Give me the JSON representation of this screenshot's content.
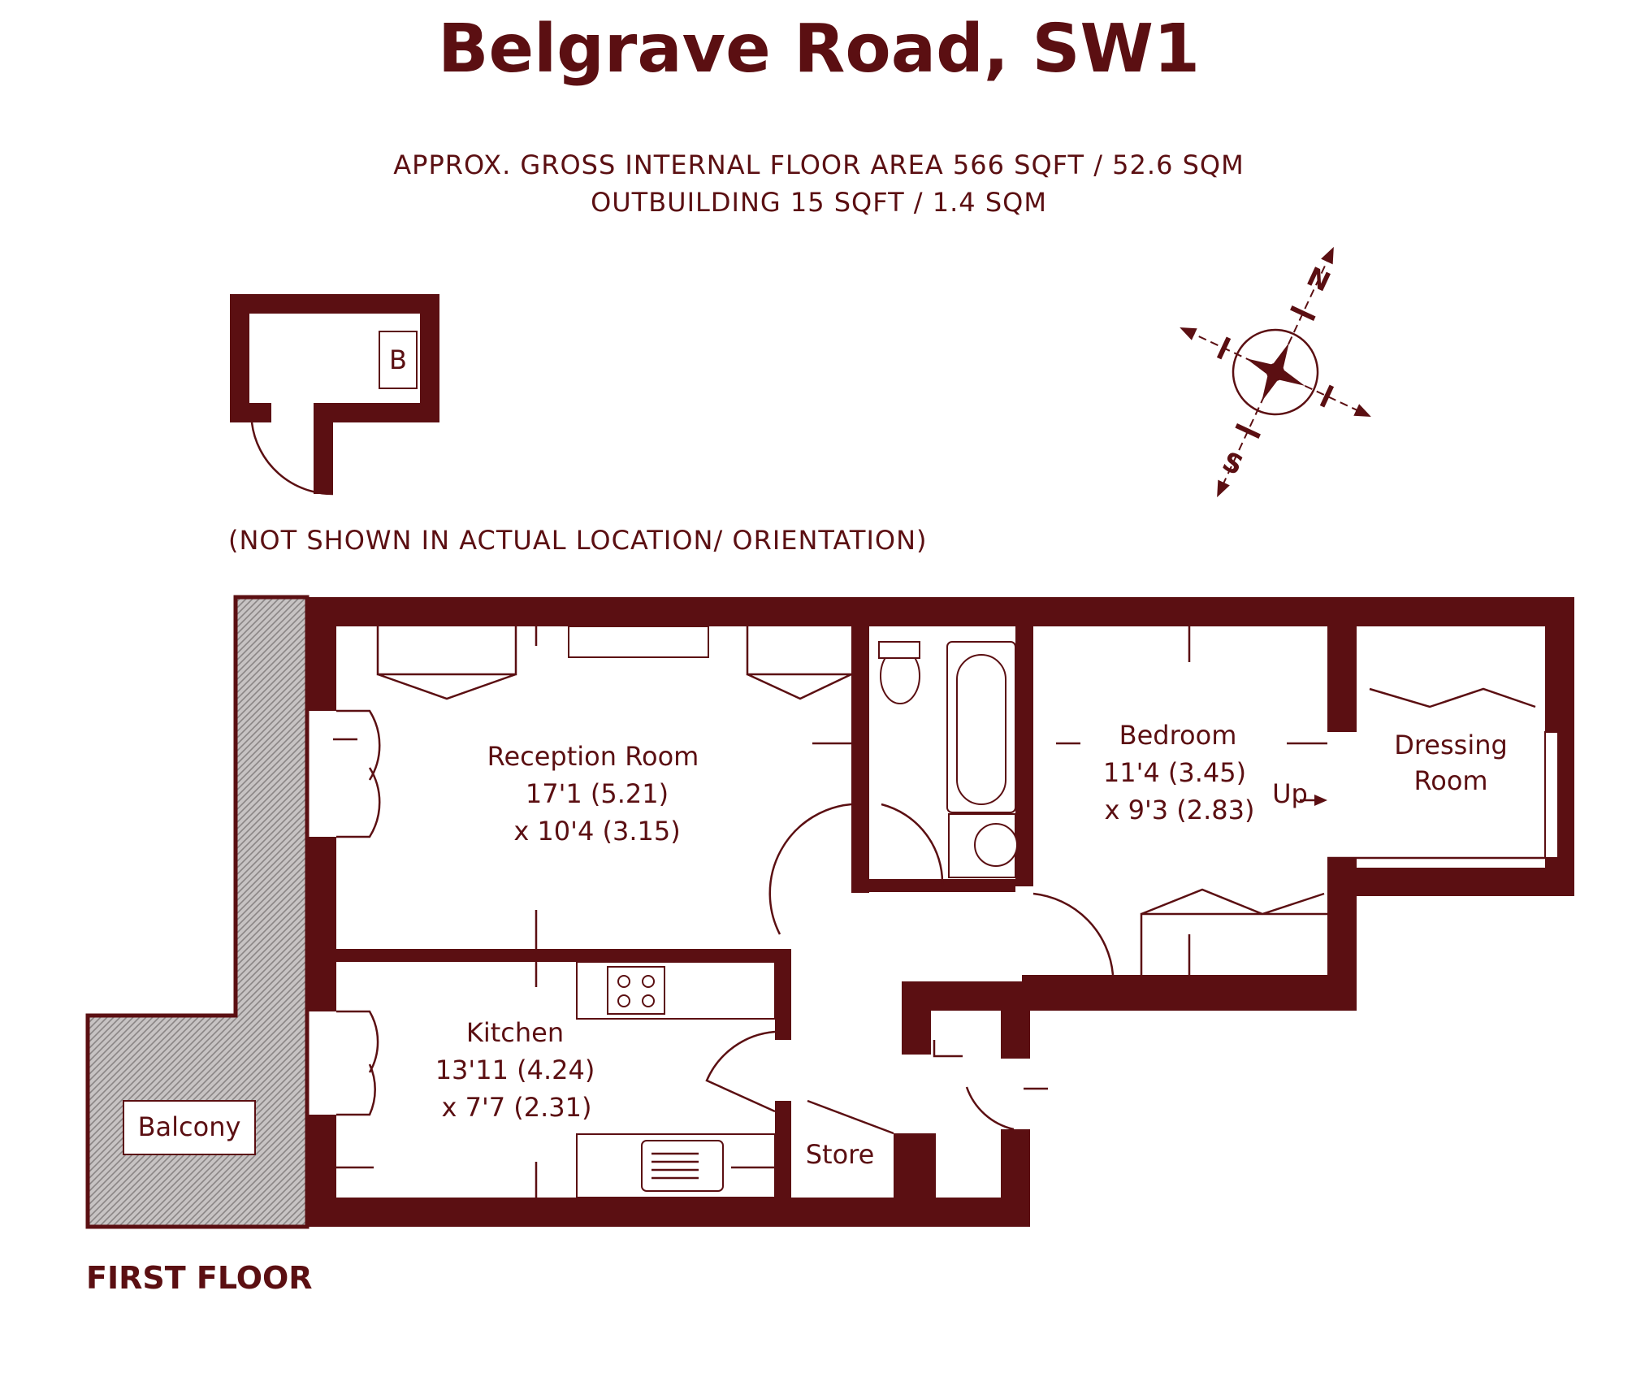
{
  "title": "Belgrave Road, SW1",
  "area_line_1": "APPROX. GROSS INTERNAL FLOOR AREA 566 SQFT / 52.6 SQM",
  "area_line_2": "OUTBUILDING 15 SQFT / 1.4 SQM",
  "outbuilding_note": "(NOT SHOWN IN ACTUAL LOCATION/ ORIENTATION)",
  "outbuilding_label": "B",
  "compass": {
    "north": "N",
    "south": "S"
  },
  "rooms": {
    "reception": {
      "name": "Reception Room",
      "dim1": "17'1 (5.21)",
      "dim2": "x 10'4 (3.15)"
    },
    "kitchen": {
      "name": "Kitchen",
      "dim1": "13'11 (4.24)",
      "dim2": "x 7'7 (2.31)"
    },
    "bedroom": {
      "name": "Bedroom",
      "dim1": "11'4 (3.45)",
      "dim2": "x 9'3 (2.83)"
    },
    "dressing": {
      "name_line1": "Dressing",
      "name_line2": "Room"
    },
    "up_label": "Up",
    "store": "Store",
    "balcony": "Balcony"
  },
  "floor_label": "FIRST FLOOR",
  "colors": {
    "wall": "#5b0f12",
    "background": "#ffffff",
    "hatch": "#b8b3b3"
  }
}
